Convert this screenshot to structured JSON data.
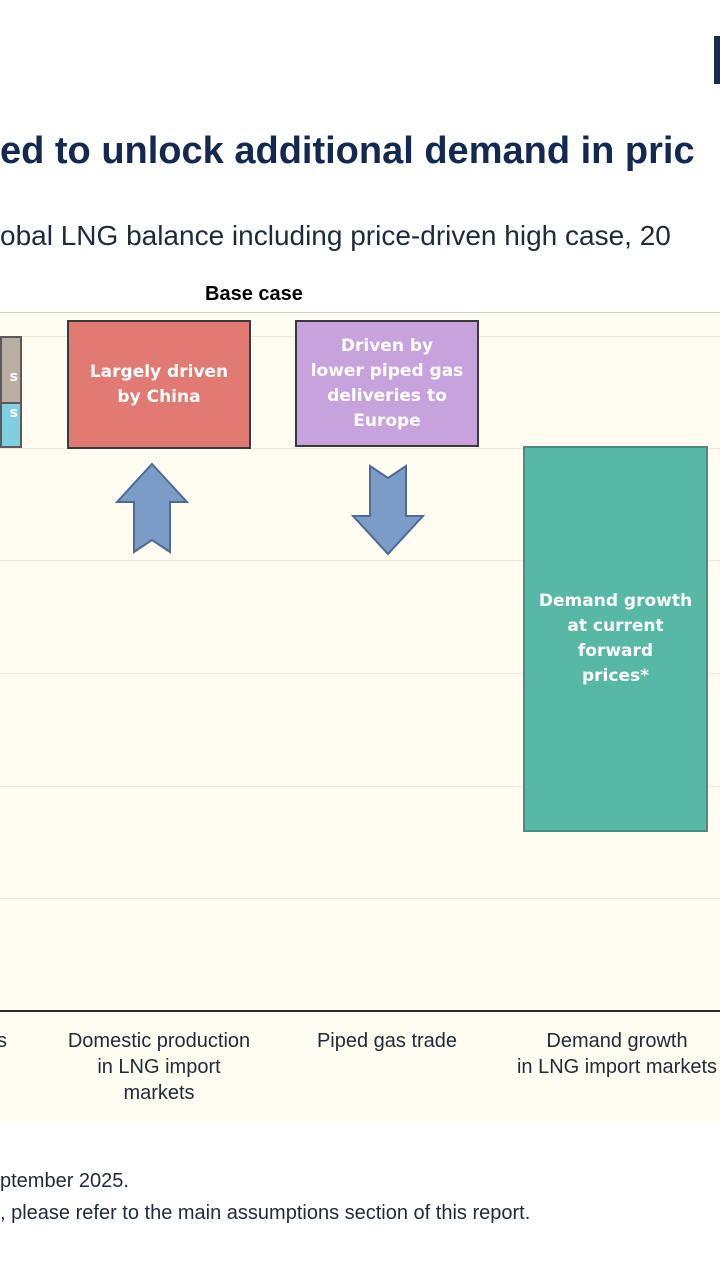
{
  "header": {
    "title": "ed to unlock additional demand in pric",
    "subtitle": "obal LNG balance including price-driven high case, 20"
  },
  "chart_data": {
    "type": "bar",
    "group_label": "Base case",
    "categories": [
      "s",
      "Domestic production\nin LNG import\nmarkets",
      "Piped gas trade",
      "Demand growth\nin LNG import markets"
    ],
    "boxes": [
      {
        "category_index": 0,
        "label": "s",
        "color": "#b8aea1"
      },
      {
        "category_index": 0,
        "label": "s",
        "color": "#7fcfe0"
      },
      {
        "category_index": 1,
        "label": "Largely driven\nby China",
        "color": "#e07a73",
        "direction": "up"
      },
      {
        "category_index": 2,
        "label": "Driven by\nlower piped gas\ndeliveries to\nEurope",
        "color": "#c7a3dd",
        "direction": "down"
      },
      {
        "category_index": 3,
        "label": "Demand growth\nat current forward\nprices*",
        "color": "#56b8a5"
      }
    ],
    "arrow_color": "#7b9cc6",
    "grid": true
  },
  "footnotes": {
    "line1": "ptember 2025.",
    "line2": ", please refer to the main assumptions section of this report."
  }
}
